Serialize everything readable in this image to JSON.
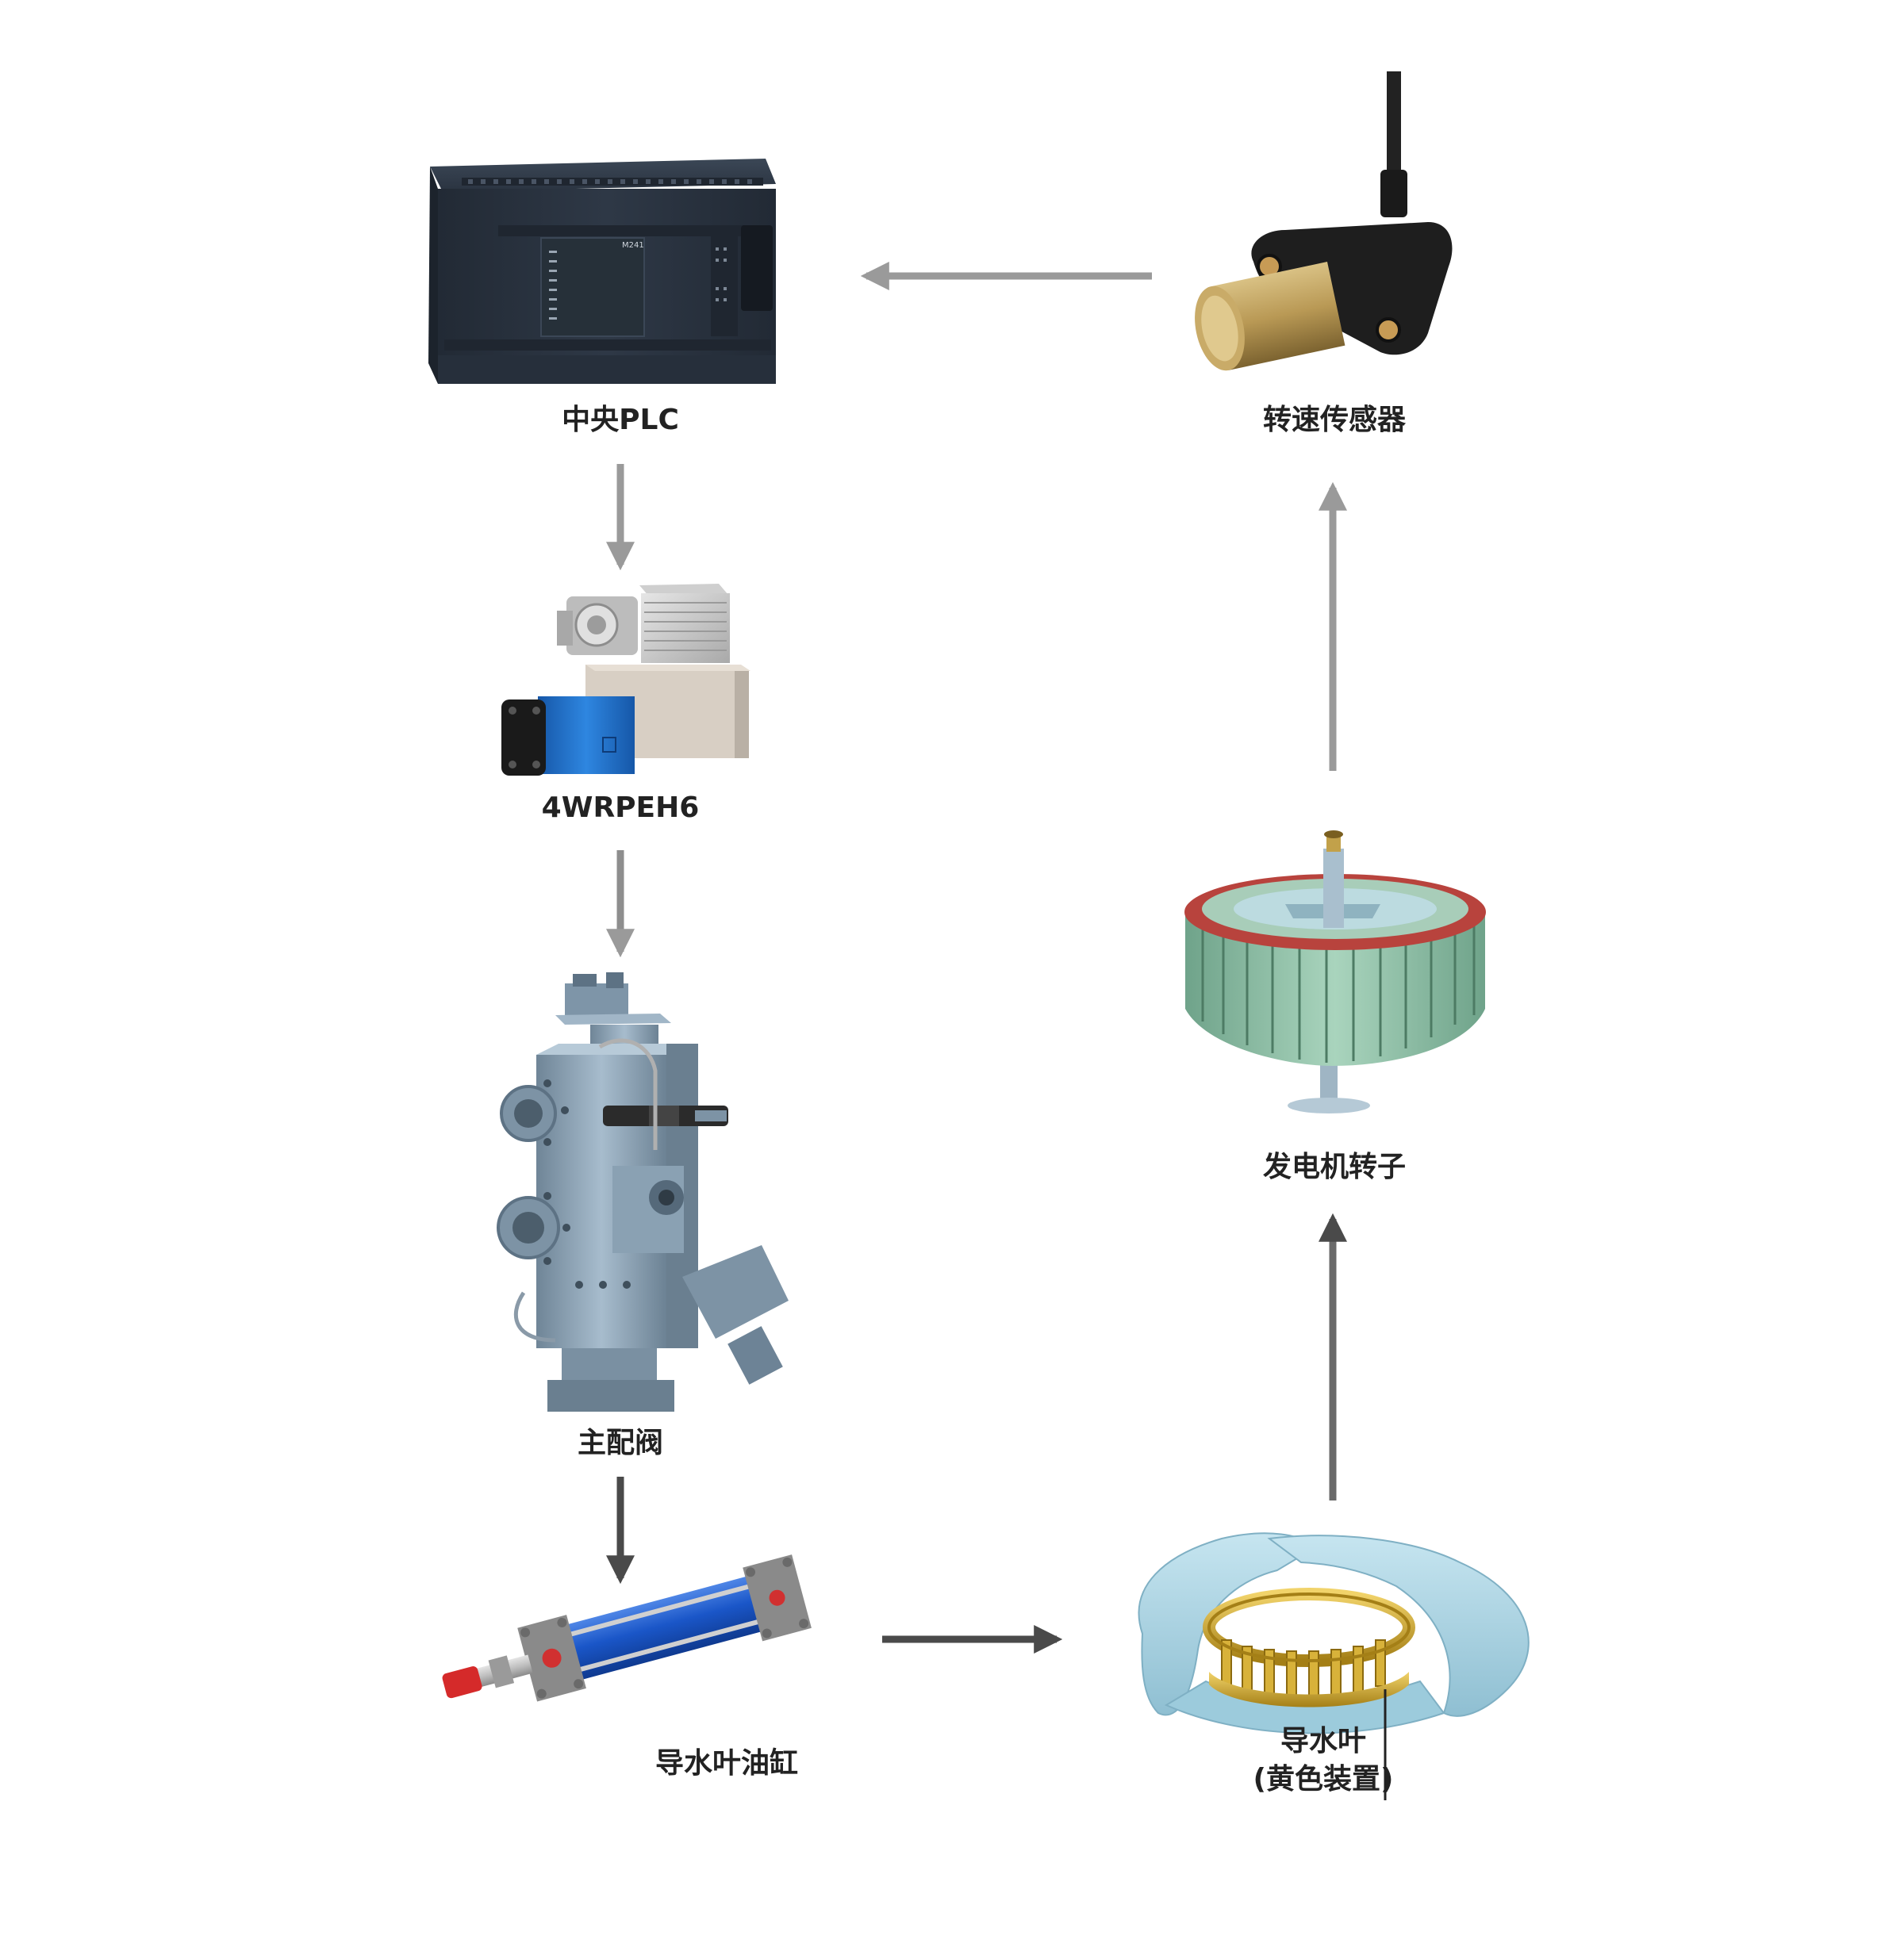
{
  "diagram": {
    "nodes": {
      "plc": {
        "label": "中央PLC",
        "icon": "plc-controller-icon",
        "device_text": "M241"
      },
      "servo_valve": {
        "label": "4WRPEH6",
        "icon": "servo-valve-icon"
      },
      "main_valve": {
        "label": "主配阀",
        "icon": "main-distributing-valve-icon"
      },
      "cylinder": {
        "label": "导水叶油缸",
        "icon": "hydraulic-cylinder-icon"
      },
      "guide_vane": {
        "label_line1": "导水叶",
        "label_line2": "(黄色装置)",
        "icon": "guide-vane-ring-icon"
      },
      "rotor": {
        "label": "发电机转子",
        "icon": "generator-rotor-icon"
      },
      "speed_sensor": {
        "label": "转速传感器",
        "icon": "speed-sensor-icon"
      }
    },
    "arrows": [
      {
        "from": "plc",
        "to": "servo_valve",
        "direction": "down"
      },
      {
        "from": "servo_valve",
        "to": "main_valve",
        "direction": "down"
      },
      {
        "from": "main_valve",
        "to": "cylinder",
        "direction": "down"
      },
      {
        "from": "cylinder",
        "to": "guide_vane",
        "direction": "right"
      },
      {
        "from": "guide_vane",
        "to": "rotor",
        "direction": "up"
      },
      {
        "from": "rotor",
        "to": "speed_sensor",
        "direction": "up"
      },
      {
        "from": "speed_sensor",
        "to": "plc",
        "direction": "left"
      }
    ],
    "colors": {
      "arrow_light": "#9a9a9a",
      "arrow_dark": "#4a4a4a",
      "label_text": "#222222",
      "plc_body": "#2a3340",
      "valve_blue": "#1f6fc4",
      "cylinder_blue": "#1a56c8",
      "steel_blue": "#8ea5b8",
      "vane_gold": "#c9a227",
      "casing_light_blue": "#a9d4e4",
      "rotor_green": "#8fc0a6",
      "rotor_red": "#b8433d",
      "sensor_brass": "#b99955"
    }
  }
}
